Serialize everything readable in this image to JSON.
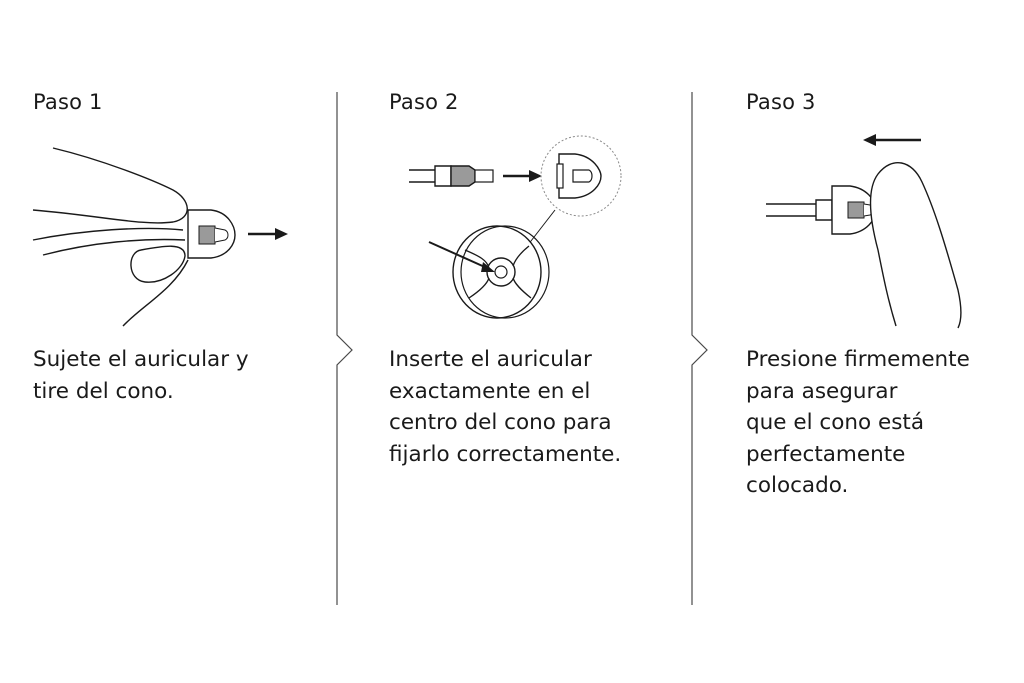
{
  "steps": [
    {
      "title": "Paso 1",
      "lines": [
        "Sujete el auricular y",
        "tire del cono."
      ]
    },
    {
      "title": "Paso 2",
      "lines": [
        "Inserte el auricular",
        "exactamente en el",
        "centro del cono para",
        "fijarlo correctamente."
      ]
    },
    {
      "title": "Paso 3",
      "lines": [
        "Presione firmemente",
        "para asegurar",
        "que el cono está",
        "perfectamente",
        "colocado."
      ]
    }
  ],
  "colors": {
    "ink": "#1a1a1a",
    "divider": "#4a4a4a",
    "fill_grey": "#9a9a9a",
    "background": "#ffffff"
  }
}
